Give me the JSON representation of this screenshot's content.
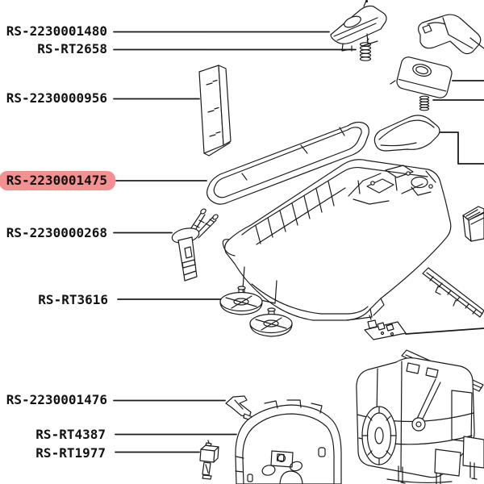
{
  "diagram": {
    "type": "exploded-parts-diagram",
    "highlighted_part": "RS-2230001475",
    "highlight_color": "#f39190",
    "line_color": "#1b1b1b",
    "background_color": "#ffffff",
    "labels": [
      {
        "text": "RS-2230001480",
        "highlighted": false
      },
      {
        "text": "RS-RT2658",
        "highlighted": false
      },
      {
        "text": "RS-2230000956",
        "highlighted": false
      },
      {
        "text": "RS-2230001475",
        "highlighted": true
      },
      {
        "text": "RS-2230000268",
        "highlighted": false
      },
      {
        "text": "RS-RT3616",
        "highlighted": false
      },
      {
        "text": "RS-2230001476",
        "highlighted": false
      },
      {
        "text": "RS-RT4387",
        "highlighted": false
      },
      {
        "text": "RS-RT1977",
        "highlighted": false
      }
    ],
    "parts_icons": [
      "top-handle-illustration",
      "spring-small-illustration",
      "trigger-grip-illustration",
      "cylinder-cap-illustration",
      "spring-right-illustration",
      "cover-cap-illustration",
      "gasket-seal-illustration",
      "filter-panel-illustration",
      "fork-bracket-illustration",
      "caster-wheel-illustration",
      "main-housing-illustration",
      "grille-illustration",
      "squeegee-rail-illustration",
      "pcb-module-illustration",
      "motor-tank-assembly-illustration",
      "release-lever-illustration",
      "wheel-housing-illustration",
      "micro-switch-illustration"
    ]
  }
}
